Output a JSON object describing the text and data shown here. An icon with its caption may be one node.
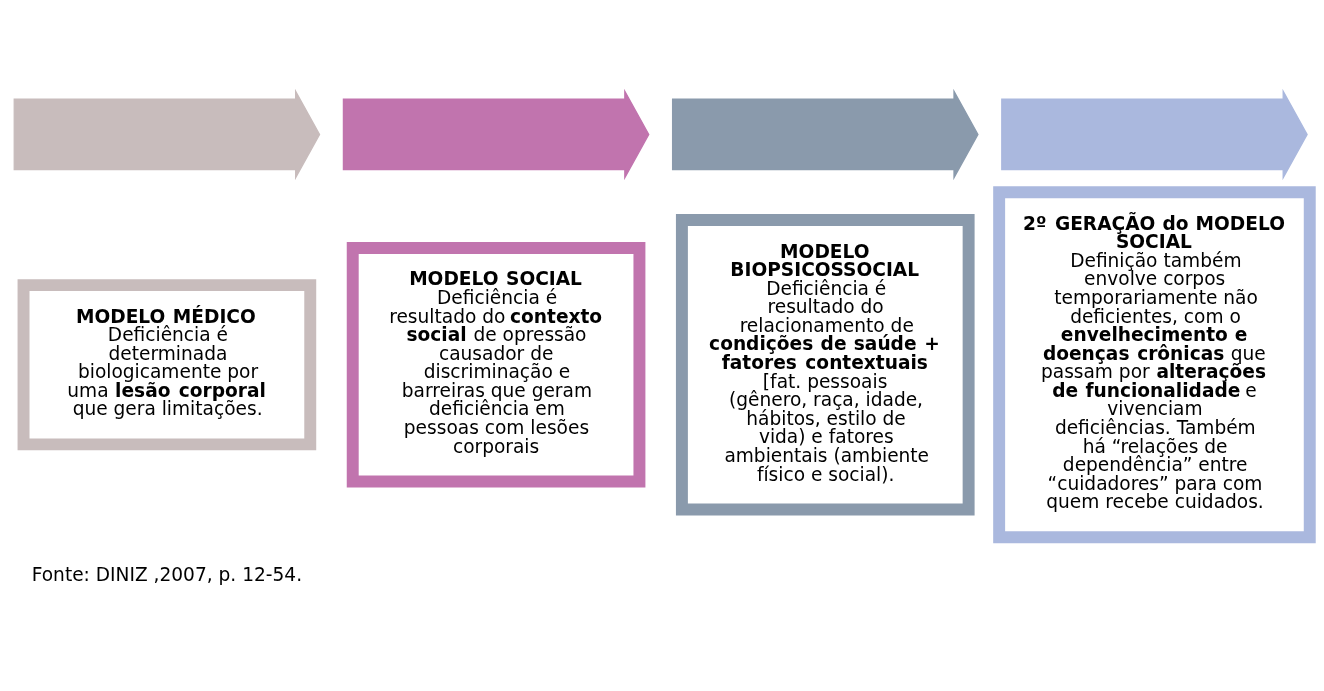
{
  "diagram": {
    "nodes": [
      {
        "text": [],
        "shape": "arrow"
      },
      {
        "text": [],
        "shape": "arrow"
      },
      {
        "text": [],
        "shape": "arrow"
      },
      {
        "text": [],
        "shape": "arrow"
      },
      {
        "text": [
          "MODELO MÉDICO",
          "Deficiência é determinada biologicamente por uma **lesão corporal** que gera limitações."
        ]
      },
      {
        "text": [
          "MODELO SOCIAL",
          "Deficiência é resultado do **contexto social** de opressão causador de discriminação e barreiras que geram deficiência em pessoas com lesões corporais"
        ]
      },
      {
        "text": [
          "MODELO BIOPSICOSSOCIAL",
          "Deficiência é resultado do relacionamento de **condições de saúde + fatores contextuais** [fat. pessoais (gênero, raça, idade, hábitos, estilo de vida) e fatores ambientais (ambiente físico e social)."
        ]
      },
      {
        "text": [
          "2º GERAÇÃO do MODELO SOCIAL",
          "Definição também envolve corpos temporariamente não deficientes, com o **envelhecimento e doenças crônicas** que passam por **alterações de funcionalidade** e vivenciam deficiências. Também há “relações de dependência” entre “cuidadores” para com quem recebe cuidados."
        ]
      }
    ],
    "edges": [],
    "labels": [
      "Fonte: DINIZ ,2007, p. 12-54."
    ]
  }
}
